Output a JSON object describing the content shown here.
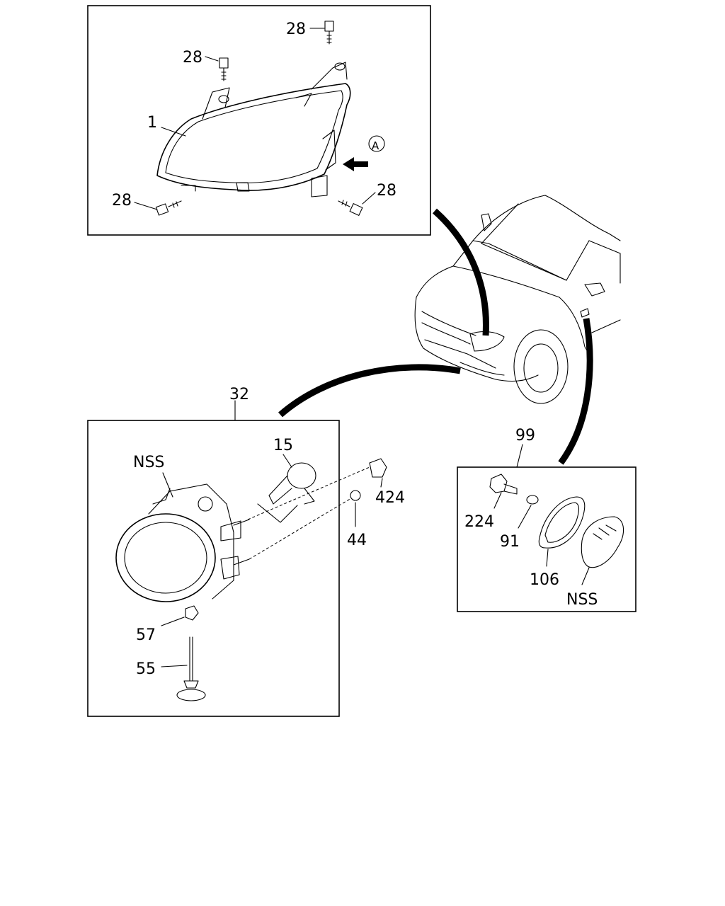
{
  "callouts": {
    "headlamp_bolt_top_right": "28",
    "headlamp_bolt_top_left": "28",
    "headlamp_assembly": "1",
    "view_a": "A",
    "headlamp_bolt_bottom_left": "28",
    "headlamp_bolt_bottom_right": "28",
    "fog_lamp_group": "32",
    "fog_bulb": "15",
    "fog_lamp_nss": "NSS",
    "fog_nut_424": "424",
    "fog_bolt_44": "44",
    "fog_clip_57": "57",
    "fog_screw_55": "55",
    "side_marker_group": "99",
    "marker_socket": "224",
    "marker_bulb": "91",
    "marker_gasket": "106",
    "marker_lens_nss": "NSS"
  }
}
